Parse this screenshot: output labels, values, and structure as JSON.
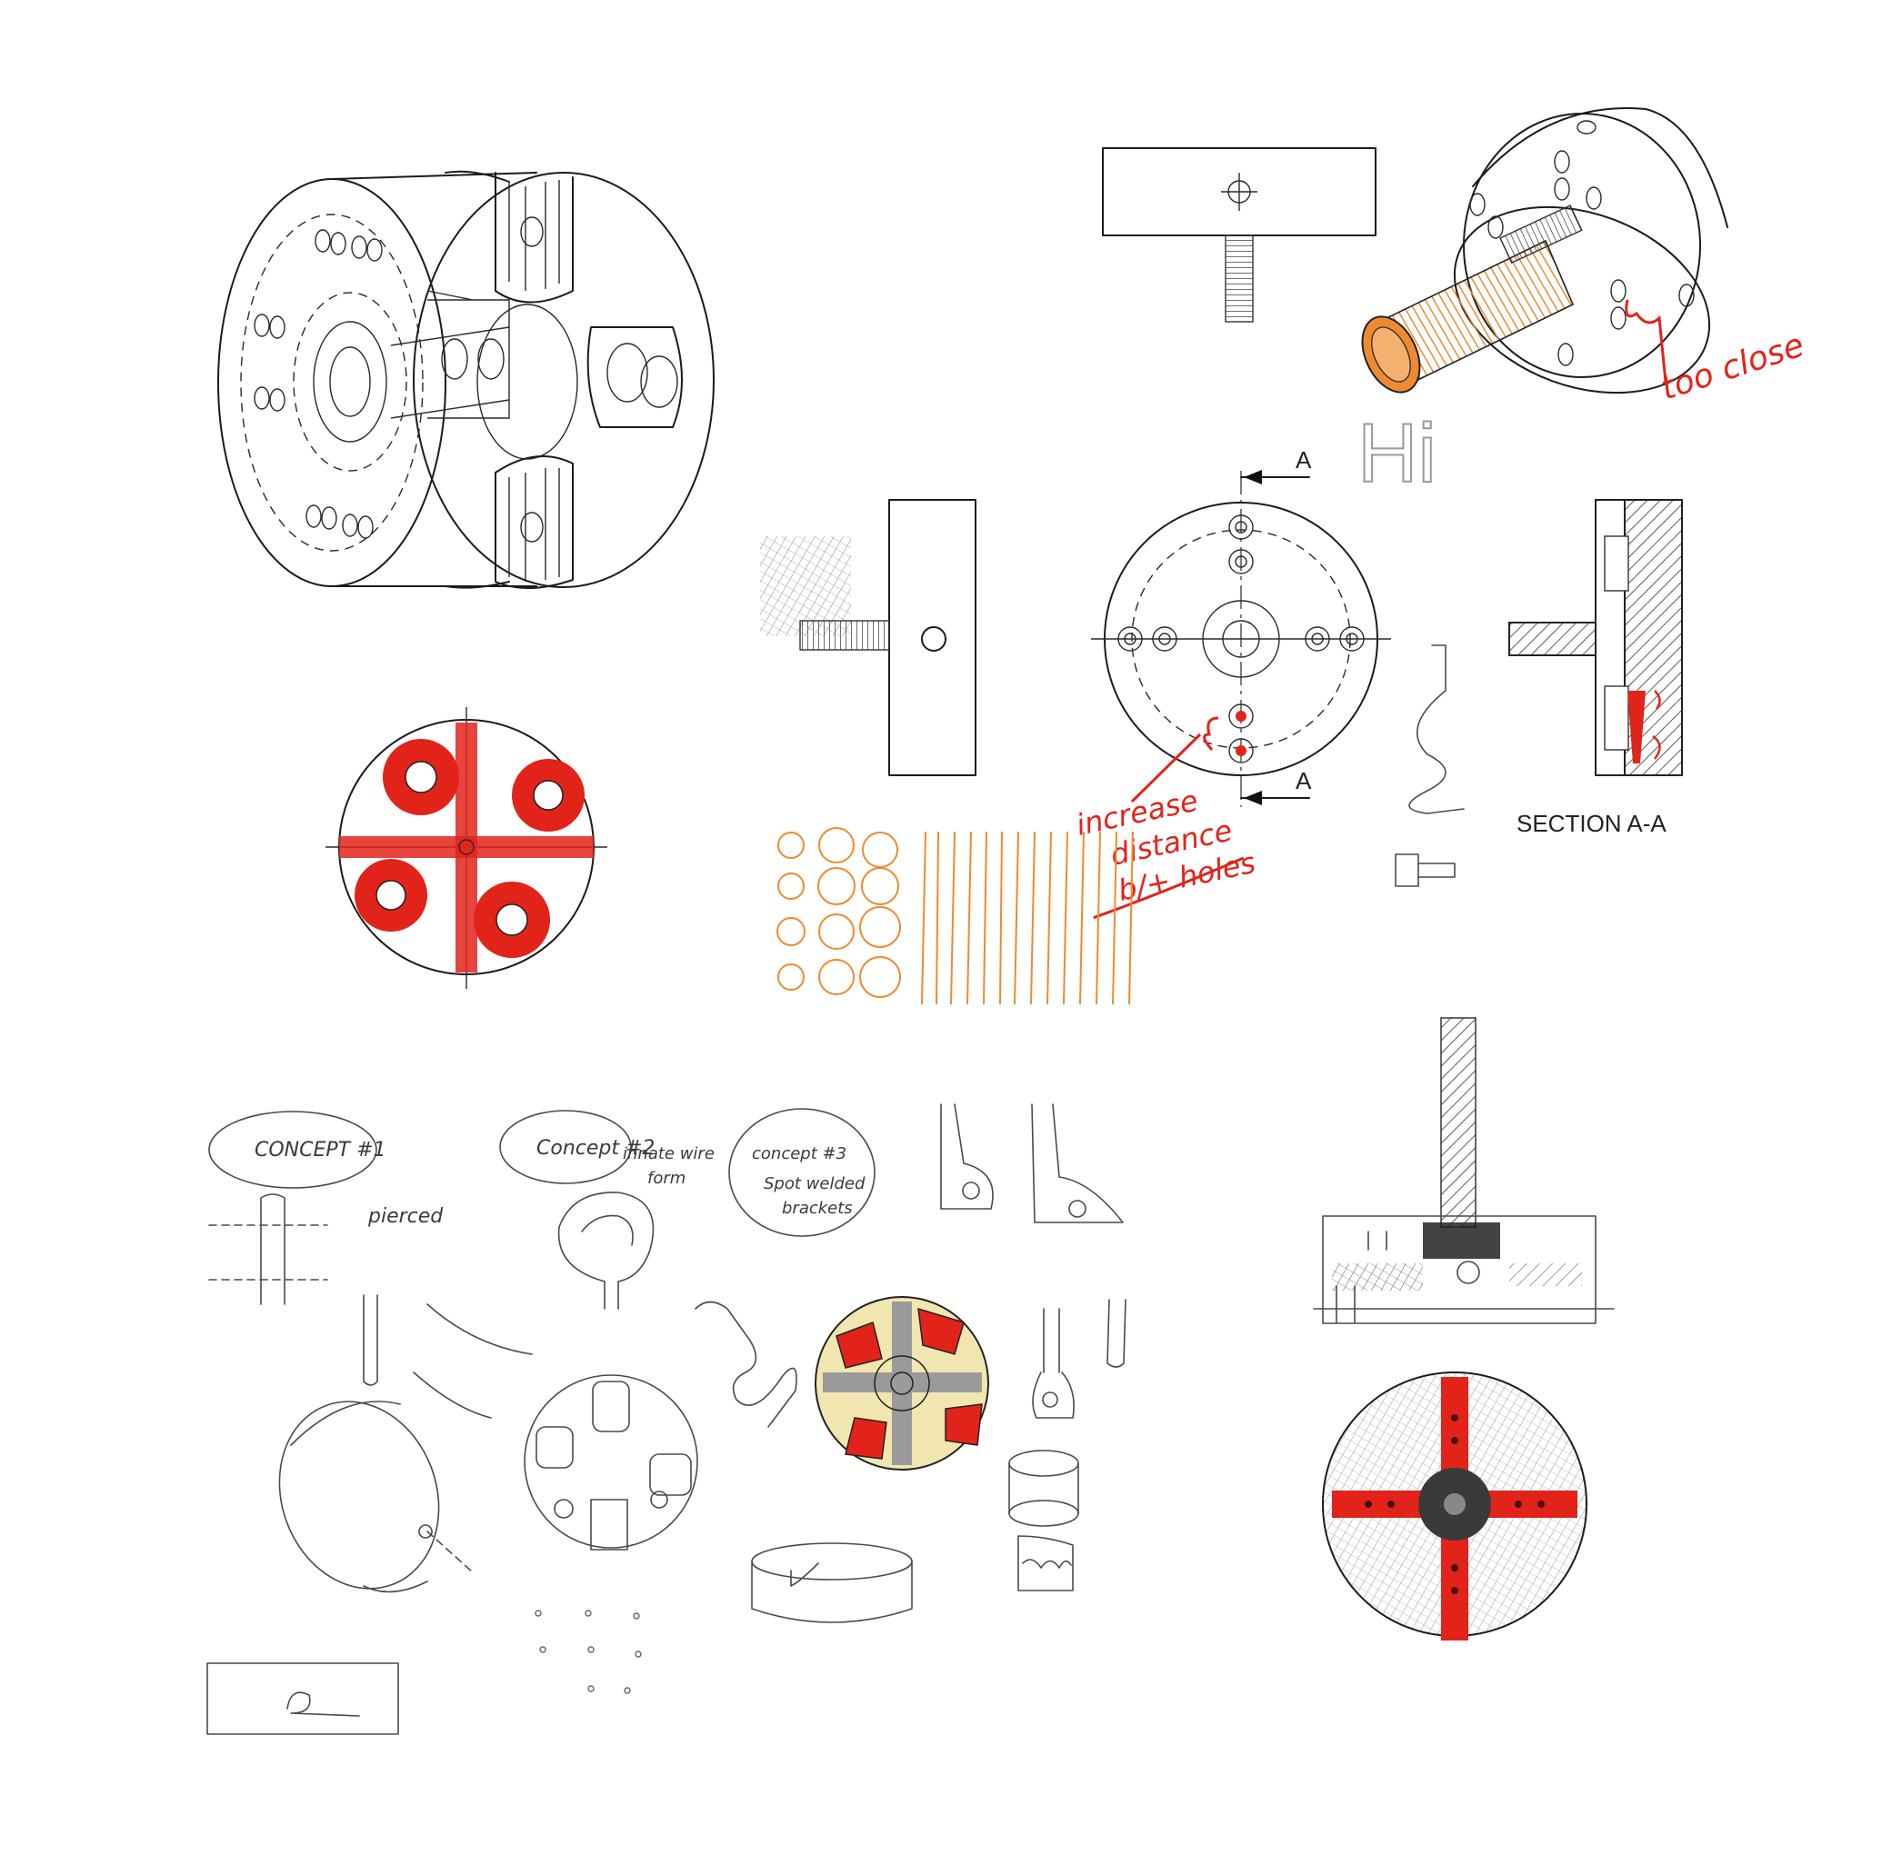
{
  "colors": {
    "ink": "#1b1b1b",
    "red_marker": "#e2231a",
    "orange_pencil": "#f08a30",
    "shade_yellow": "#f2e6b0",
    "grey_shade": "#9a9a9a"
  },
  "annotations": {
    "too_close": "too close",
    "increase_distance_1": "increase",
    "increase_distance_2": "distance",
    "increase_distance_3": "b/+ holes",
    "section_marker_top": "A",
    "section_marker_bottom": "A",
    "section_label": "SECTION A-A",
    "hi_letters": "Hi"
  },
  "concepts": {
    "concept1": "CONCEPT #1",
    "concept2": "Concept #2",
    "concept2_note_1": "innate wire",
    "concept2_note_2": "form",
    "concept3": "concept #3",
    "concept3_note_1": "Spot welded",
    "concept3_note_2": "brackets",
    "pierced": "pierced"
  }
}
